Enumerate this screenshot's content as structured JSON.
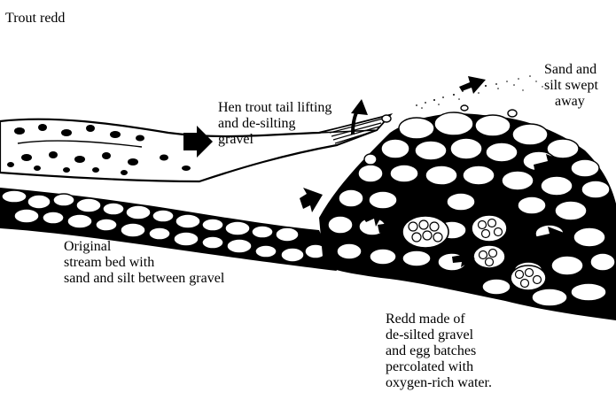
{
  "title": "Trout redd",
  "labels": {
    "tail": [
      "Hen trout tail lifting",
      "and de-silting",
      "gravel"
    ],
    "swept": [
      "Sand and",
      "silt swept",
      "away"
    ],
    "streambed": [
      "Original",
      "stream bed with",
      "sand and silt between gravel"
    ],
    "redd": [
      "Redd made of",
      "de-silted gravel",
      "and egg batches",
      "percolated with",
      "oxygen-rich water."
    ]
  },
  "colors": {
    "ink": "#000000",
    "paper": "#ffffff"
  },
  "icons": [
    "trout-tail-icon",
    "flow-arrow-icon",
    "gravel-stone-icon",
    "egg-batch-icon"
  ]
}
